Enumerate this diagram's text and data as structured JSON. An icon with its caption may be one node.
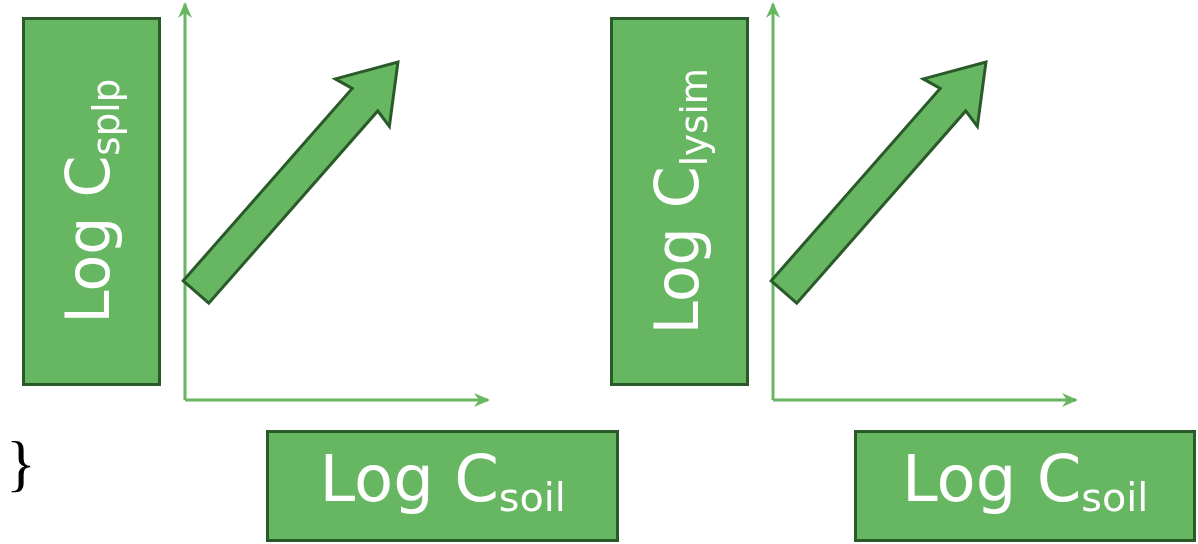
{
  "diagram": {
    "nodes": [
      {
        "text": [
          "Log C$_{splp}$"
        ]
      },
      {
        "text": [
          "Log C$_{soil}$"
        ]
      },
      {
        "text": [
          "Log C$_{lysim}$"
        ]
      },
      {
        "text": [
          "Log C$_{soil}$"
        ]
      }
    ],
    "labels": [
      "}"
    ]
  }
}
